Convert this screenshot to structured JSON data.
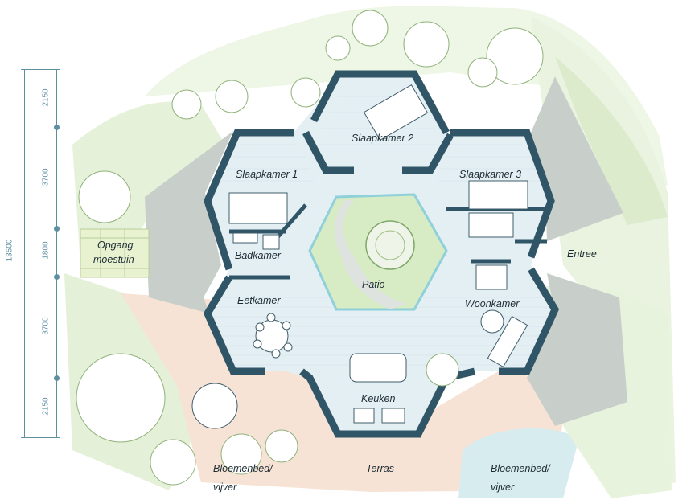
{
  "rooms": {
    "slaapkamer_2": "Slaapkamer 2",
    "slaapkamer_1": "Slaapkamer 1",
    "slaapkamer_3": "Slaapkamer 3",
    "badkamer": "Badkamer",
    "patio": "Patio",
    "eetkamer": "Eetkamer",
    "woonkamer": "Woonkamer",
    "keuken": "Keuken",
    "entree": "Entree",
    "terras": "Terras"
  },
  "garden": {
    "opgang_line1": "Opgang",
    "opgang_line2": "moestuin",
    "bloemenbed_left_line1": "Bloemenbed/",
    "bloemenbed_left_line2": "vijver",
    "bloemenbed_right_line1": "Bloemenbed/",
    "bloemenbed_right_line2": "vijver"
  },
  "dimensions": {
    "total": "13500",
    "segments": [
      "2150",
      "3700",
      "1800",
      "3700",
      "2150"
    ]
  },
  "colors": {
    "wall": "#2f5566",
    "floor": "#e3eef3",
    "patio_green": "#d9ecc6",
    "terrace": "#f6e3d6",
    "pond": "#d6ecef",
    "slope_gray": "#c9cfcd",
    "lawn": "#e4f1d6",
    "dimension": "#5d8fa1"
  }
}
